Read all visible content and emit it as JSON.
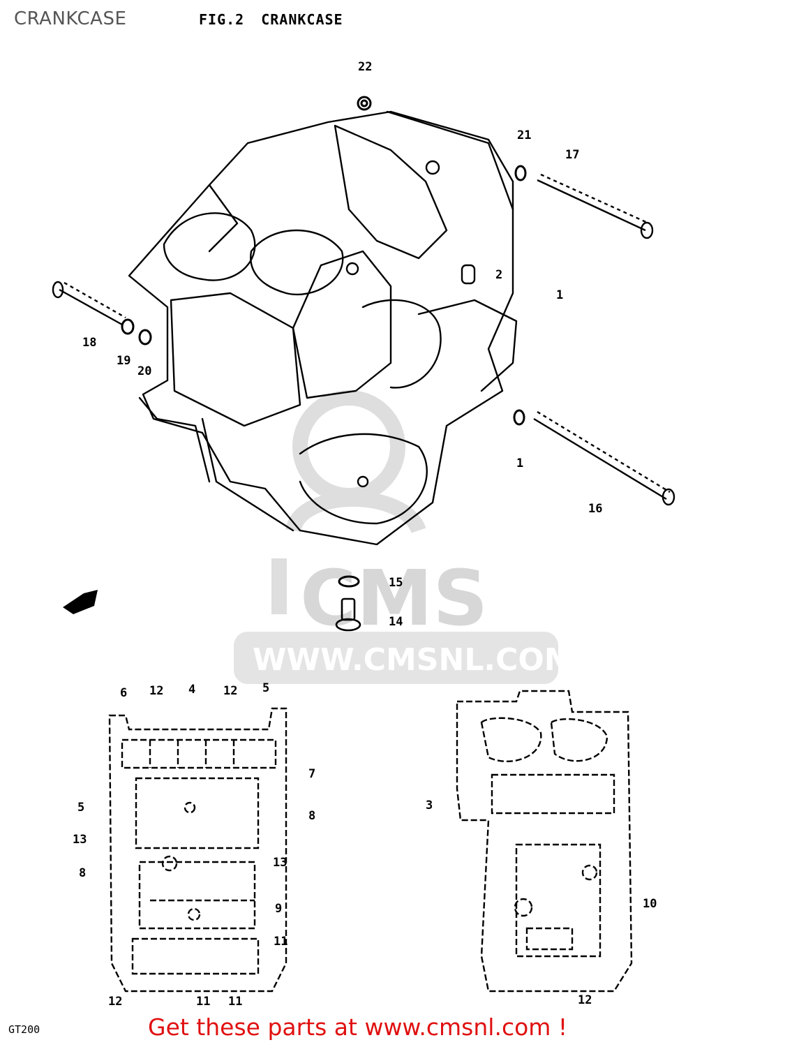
{
  "header": {
    "page_title": "CRANKCASE",
    "figure_label": "FIG.2",
    "figure_name": "CRANKCASE"
  },
  "watermark": {
    "logo_text": "CMS",
    "url_text": "WWW.CMSNL.COM"
  },
  "callouts": {
    "top": [
      "22",
      "21",
      "17",
      "2",
      "1",
      "18",
      "19",
      "20",
      "1",
      "16",
      "15",
      "14"
    ],
    "bottom_left": [
      "6",
      "12",
      "4",
      "12",
      "5",
      "7",
      "8",
      "5",
      "13",
      "8",
      "13",
      "9",
      "11",
      "12",
      "11",
      "11"
    ],
    "bottom_right": [
      "3",
      "10",
      "12"
    ]
  },
  "footer": {
    "model_code": "GT200",
    "cta_text": "Get these parts at www.cmsnl.com !"
  },
  "colors": {
    "cta": "#e01010",
    "watermark": "#d7d7d7",
    "line": "#000000"
  }
}
